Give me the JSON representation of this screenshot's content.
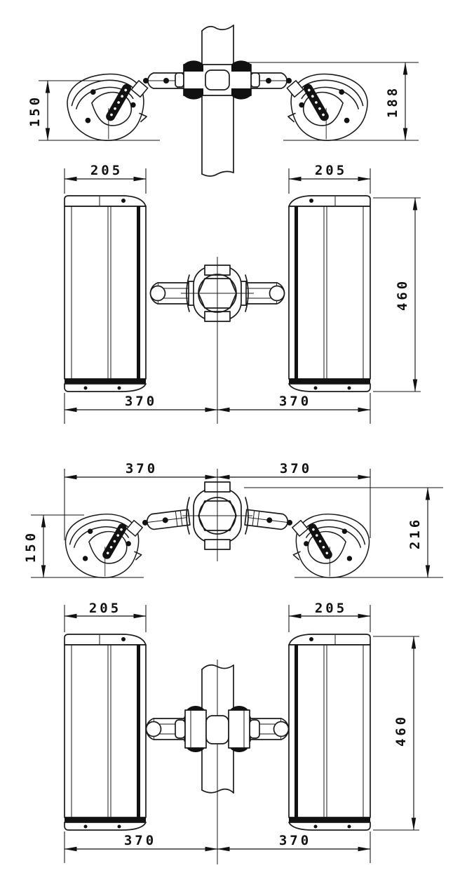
{
  "colors": {
    "line": "#1a1a1a",
    "background": "#ffffff"
  },
  "views": {
    "side_elevation": {
      "dims": {
        "lamp_height": "150",
        "assembly_height": "188"
      }
    },
    "plan_top": {
      "dims": {
        "panel_width_left": "205",
        "panel_width_right": "205",
        "overall_length": "460",
        "arm_span_left": "370",
        "arm_span_right": "370"
      }
    },
    "front_elevation": {
      "dims": {
        "arm_span_left": "370",
        "arm_span_right": "370",
        "lamp_height": "150",
        "assembly_height": "216"
      }
    },
    "plan_bottom": {
      "dims": {
        "panel_width_left": "205",
        "panel_width_right": "205",
        "overall_length": "460",
        "arm_span_left": "370",
        "arm_span_right": "370"
      }
    }
  }
}
